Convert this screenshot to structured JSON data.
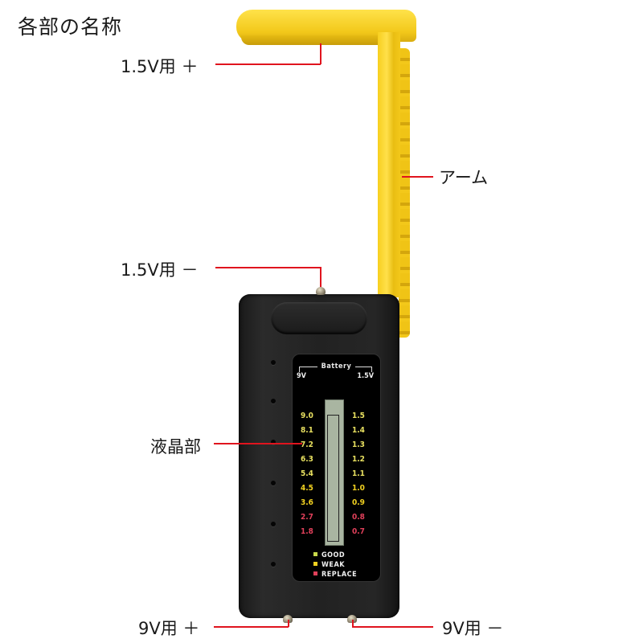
{
  "title": "各部の名称",
  "callouts": {
    "plus_15v": "1.5V用 ＋",
    "arm": "アーム",
    "minus_15v": "1.5V用 －",
    "lcd": "液晶部",
    "plus_9v": "9V用 ＋",
    "minus_9v": "9V用 －"
  },
  "colors": {
    "callout_line": "#e0141e",
    "arm_yellow": "#f5c91a",
    "good": "#c8d84a",
    "weak": "#f0d020",
    "replace": "#e0405a"
  },
  "screen": {
    "heading": "Battery",
    "left_head": "9V",
    "right_head": "1.5V",
    "scale_9v": [
      {
        "v": "9.0",
        "status": "good"
      },
      {
        "v": "8.1",
        "status": "good"
      },
      {
        "v": "7.2",
        "status": "good"
      },
      {
        "v": "6.3",
        "status": "good"
      },
      {
        "v": "5.4",
        "status": "good"
      },
      {
        "v": "4.5",
        "status": "weak"
      },
      {
        "v": "3.6",
        "status": "weak"
      },
      {
        "v": "2.7",
        "status": "replace"
      },
      {
        "v": "1.8",
        "status": "replace"
      }
    ],
    "scale_15v": [
      {
        "v": "1.5",
        "status": "good"
      },
      {
        "v": "1.4",
        "status": "good"
      },
      {
        "v": "1.3",
        "status": "good"
      },
      {
        "v": "1.2",
        "status": "good"
      },
      {
        "v": "1.1",
        "status": "good"
      },
      {
        "v": "1.0",
        "status": "weak"
      },
      {
        "v": "0.9",
        "status": "weak"
      },
      {
        "v": "0.8",
        "status": "replace"
      },
      {
        "v": "0.7",
        "status": "replace"
      }
    ],
    "legend": {
      "good": "GOOD",
      "weak": "WEAK",
      "replace": "REPLACE"
    }
  }
}
